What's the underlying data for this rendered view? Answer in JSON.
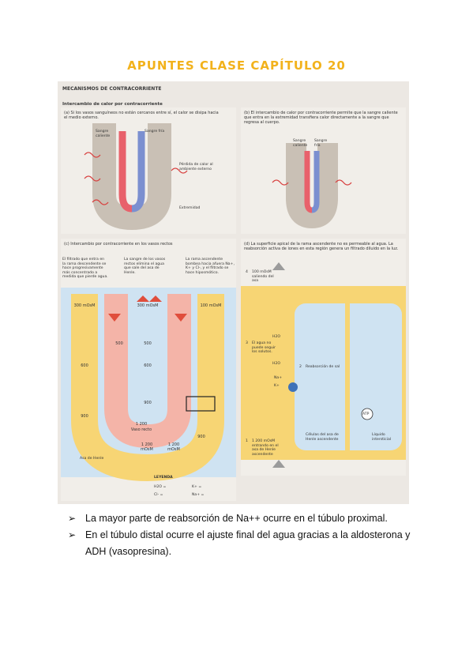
{
  "title": "APUNTES CLASE CAPÍTULO 20",
  "figure": {
    "header": "MECANISMOS DE CONTRACORRIENTE",
    "subheader": "Intercambio de calor por contracorriente",
    "panel_a": {
      "caption": "(a) Si los vasos sanguíneos no están cercanos entre sí, el calor se disipa hacia el medio externo.",
      "warm_blood": "Sangre caliente",
      "cold_blood": "Sangre fría",
      "heat_loss": "Pérdida de calor al ambiente externo",
      "limb": "Extremidad"
    },
    "panel_b": {
      "caption": "(b) El intercambio de calor por contracorriente permite que la sangre caliente que entra en la extremidad transfiera calor directamente a la sangre que regresa al cuerpo.",
      "warm_blood": "Sangre caliente",
      "cold_blood": "Sangre fría"
    },
    "panel_c": {
      "caption": "(c) Intercambio por contracorriente en los vasos rectos",
      "note1": "El filtrado que entra en la rama descendente se hace progresivamente más concentrado a medida que pierde agua.",
      "note2": "La sangre de los vasos rectos elimina el agua que sale del asa de Henle.",
      "note3": "La rama ascendente bombea hacia afuera Na+, K+ y Cl-, y el filtrado se hace hiposmótico.",
      "osm_300a": "300 mOsM",
      "osm_300b": "300 mOsM",
      "osm_100": "100 mOsM",
      "n500a": "500",
      "n500b": "500",
      "n600a": "600",
      "n600b": "600",
      "n900a": "900",
      "n900b": "900",
      "n900c": "900",
      "n1200": "1 200",
      "vaso_recto": "Vaso recto",
      "osm_1200a": "1 200 mOsM",
      "osm_1200b": "1 200 mOsM",
      "asa": "Asa de Henle"
    },
    "legend": {
      "title": "LEYENDA",
      "h2o": "H2O =",
      "cl": "Cl- =",
      "k": "K+ =",
      "na": "Na+ ="
    },
    "panel_d": {
      "caption": "(d) La superficie apical de la rama ascendente no es permeable al agua. La reabsorción activa de iones en esta región genera un filtrado diluido en la luz.",
      "step4": "100 mOsM saliendo del asa",
      "step3": "El agua no puede seguir los solutos.",
      "step2": "Reabsorción de sal",
      "step1": "1 200 mOsM entrando en el asa de Henle ascendente",
      "cells": "Células del asa de Henle ascendente",
      "interstitial": "Líquido intersticial",
      "atp": "ATP",
      "h2o1": "H2O",
      "h2o2": "H2O",
      "na": "Na+",
      "k": "K+",
      "n4": "4",
      "n3": "3",
      "n2": "2",
      "n1": "1"
    }
  },
  "bullets": [
    "La mayor parte de reabsorción de Na++ ocurre en el túbulo proximal.",
    "En el túbulo distal ocurre el ajuste final del agua gracias a la aldosterona y ADH (vasopresina)."
  ],
  "bullet_marker": "➢",
  "colors": {
    "title": "#f2b21c",
    "warm": "#e8616b",
    "cold": "#7b8fd0",
    "tubule": "#f7d574",
    "vasa": "#f4b4a8",
    "interstitial": "#cfe3f2"
  }
}
